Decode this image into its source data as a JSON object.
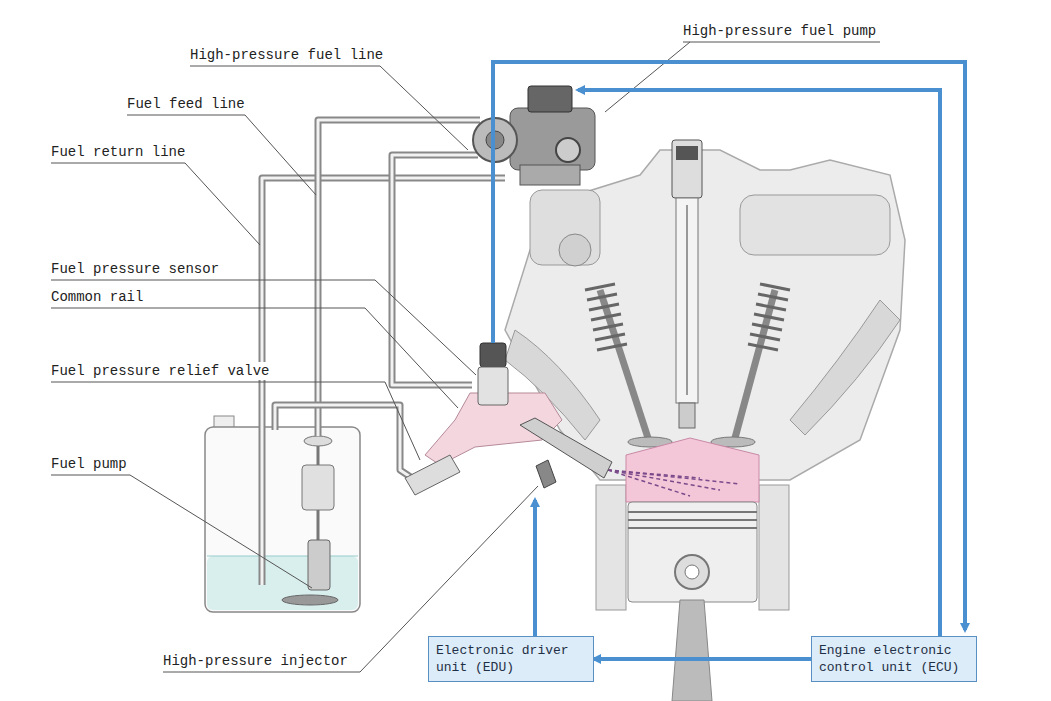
{
  "diagram": {
    "nodes": [
      {
        "text": [
          "Electronic driver unit (EDU)"
        ]
      },
      {
        "text": [
          "Engine electronic control unit (ECU)"
        ]
      }
    ],
    "edges": [
      {
        "from": 1,
        "to": 0,
        "arrow": "to"
      }
    ],
    "labels": [
      "High-pressure fuel pump",
      "High-pressure fuel line",
      "Fuel feed line",
      "Fuel return line",
      "Fuel pressure sensor",
      "Common rail",
      "Fuel pressure relief valve",
      "Fuel pump",
      "High-pressure injector"
    ]
  }
}
